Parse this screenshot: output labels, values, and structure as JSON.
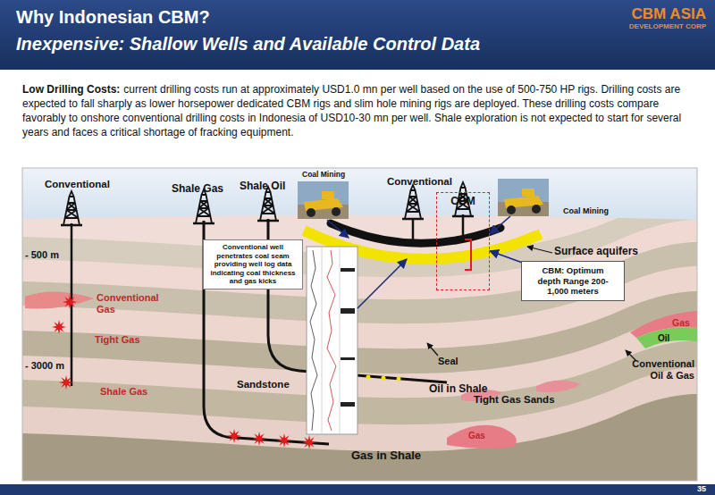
{
  "diagram": {
    "title": "Why Indonesian CBM?",
    "nodes": [
      {
        "text": [
          "Conventional well penetrates coal seam providing well log data indicating coal thickness and gas kicks"
        ]
      },
      {
        "text": [
          "CBM"
        ]
      },
      {
        "text": [
          "CBM: Optimum depth Range 200-1,000 meters"
        ]
      }
    ],
    "edges": [
      {
        "from": 2,
        "to": 1,
        "arrow": "to"
      }
    ],
    "labels": [
      "Inexpensive: Shallow Wells and Available Control Data",
      "CBM ASIA",
      "DEVELOPMENT CORP",
      "Low Drilling Costs:",
      "current drilling costs run at approximately USD1.0 mn per well based on the use of 500-750 HP rigs. Drilling costs are expected to fall sharply as lower horsepower dedicated CBM rigs and slim hole mining rigs are deployed. These drilling costs compare favorably to onshore conventional drilling costs in Indonesia of USD10-30 mn per well. Shale exploration is not expected to start for several years and faces a critical shortage of fracking equipment.",
      "Conventional",
      "Shale Gas",
      "Shale Oil",
      "Coal Mining",
      "Conventional",
      "Coal Mining",
      "Surface aquifers",
      "- 500 m",
      "Conventional Gas",
      "Tight Gas",
      "- 3000 m",
      "Shale Gas",
      "Sandstone",
      "Seal",
      "Oil in Shale",
      "Tight Gas Sands",
      "Gas",
      "Gas",
      "Oil",
      "Conventional Oil & Gas",
      "Gas in Shale",
      "35"
    ]
  }
}
